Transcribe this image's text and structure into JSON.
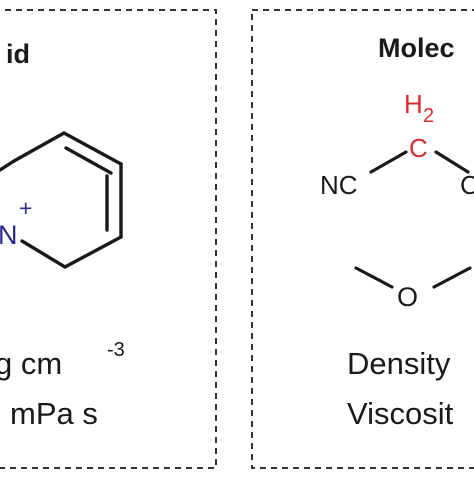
{
  "left_panel": {
    "title_fragment": "id",
    "cation_atom": "N",
    "cation_charge": "+",
    "density_fragment": "g cm",
    "density_exponent": "-3",
    "viscosity_fragment": "mPa s"
  },
  "right_panel": {
    "title_fragment": "Molec",
    "ch2_h": "H",
    "ch2_subscript": "2",
    "ch2_c": "C",
    "nitrile_left": "NC",
    "nitrile_right_fragment": "C",
    "oxygen": "O",
    "density_label_fragment": "Density",
    "viscosity_label_fragment": "Viscosit"
  },
  "colors": {
    "highlight_red": "#e02a2a",
    "nitrogen_blue": "#2a2a8c",
    "text": "#1a1a1a",
    "border": "#333333"
  }
}
